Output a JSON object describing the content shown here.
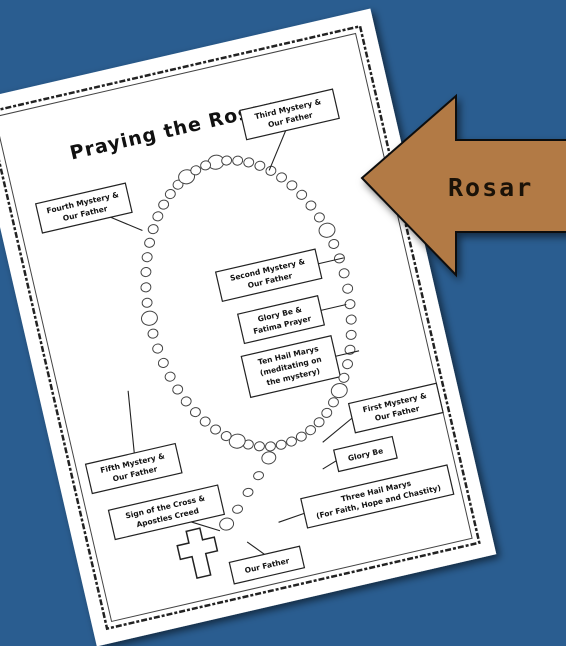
{
  "worksheet": {
    "title": "Praying the Rosary",
    "labels": {
      "third_mystery": [
        "Third Mystery &",
        "Our Father"
      ],
      "fourth_mystery": [
        "Fourth Mystery &",
        "Our Father"
      ],
      "second_mystery": [
        "Second Mystery &",
        "Our Father"
      ],
      "glory_be_fatima": [
        "Glory Be &",
        "Fatima Prayer"
      ],
      "ten_hail_marys": [
        "Ten Hail Marys",
        "(meditating on",
        "the mystery)"
      ],
      "first_mystery": [
        "First Mystery &",
        "Our Father"
      ],
      "fifth_mystery": [
        "Fifth Mystery &",
        "Our Father"
      ],
      "glory_be": [
        "Glory Be"
      ],
      "sign_of_cross": [
        "Sign of the Cross &",
        "Apostles Creed"
      ],
      "three_hail_marys": [
        "Three Hail Marys",
        "(For Faith, Hope and Chastity)"
      ],
      "our_father": [
        "Our Father"
      ]
    }
  },
  "arrow": {
    "label": "Rosar",
    "color": "#b27a45"
  },
  "colors": {
    "background": "#2a5d90",
    "paper": "#ffffff",
    "ink": "#111111"
  }
}
